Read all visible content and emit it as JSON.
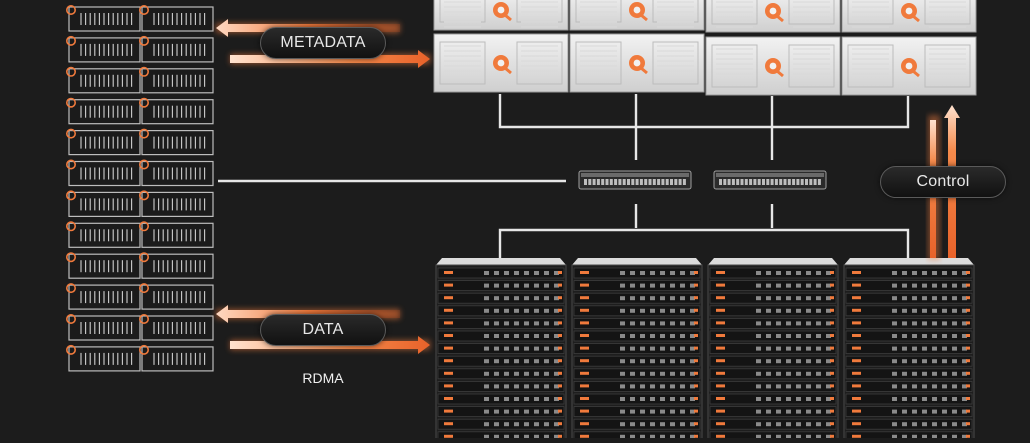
{
  "labels": {
    "metadata": "METADATA",
    "data": "DATA",
    "control": "Control",
    "rdma": "RDMA"
  },
  "colors": {
    "background": "#1c1c1c",
    "accent_orange": "#f07a3c",
    "line": "#e6e6e6",
    "chassis_light": "#e9e9e9",
    "rack_dark": "#1e1e1e"
  },
  "icons": {
    "logo": "pure-storage-logo-icon",
    "switch": "network-switch-icon",
    "server": "compute-node-icon",
    "storage": "storage-rack-icon"
  }
}
